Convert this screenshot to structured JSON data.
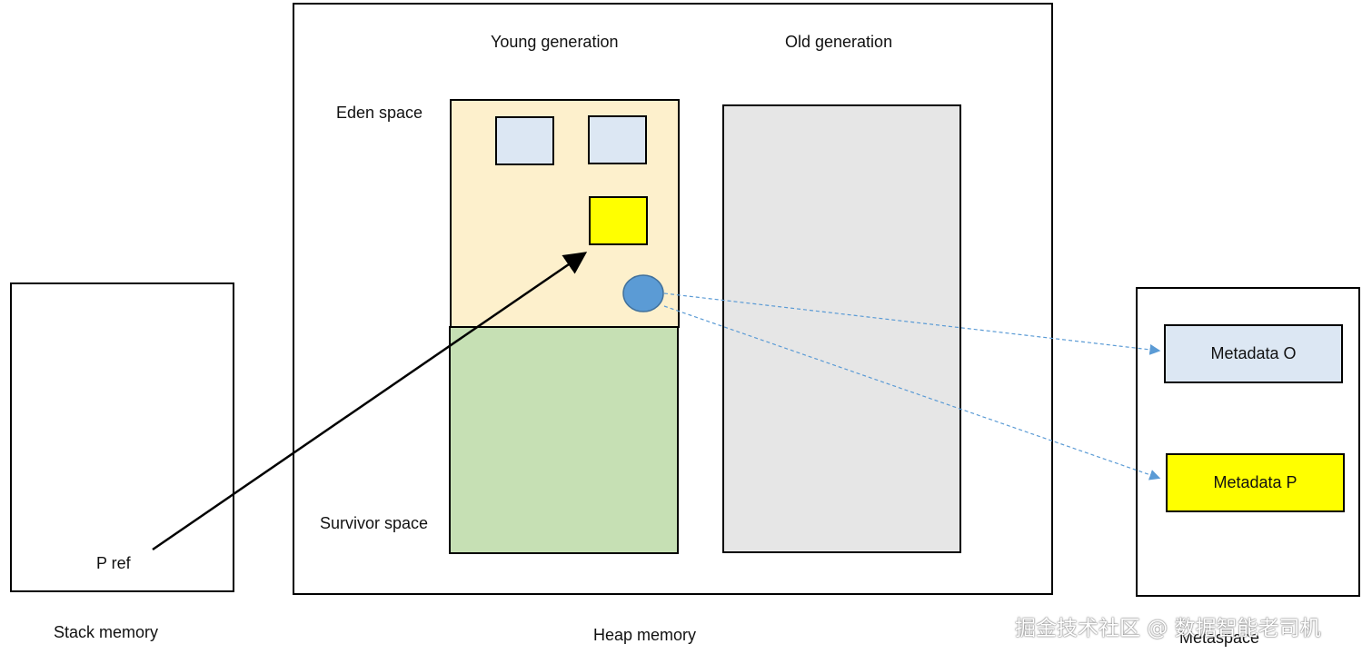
{
  "labels": {
    "stack_memory": "Stack memory",
    "heap_memory": "Heap memory",
    "metaspace": "Metaspace",
    "young_generation": "Young generation",
    "old_generation": "Old generation",
    "eden_space": "Eden space",
    "survivor_space": "Survivor space",
    "p_ref": "P ref",
    "metadata_o": "Metadata O",
    "metadata_p": "Metadata P"
  },
  "watermark": "掘金技术社区 @ 数据智能老司机",
  "colors": {
    "eden": "#fdf0cc",
    "survivor": "#c6e0b4",
    "old": "#e6e6e6",
    "object_blue": "#dce7f3",
    "object_yellow": "#ffff00",
    "circle": "#5b9bd5",
    "dashed_arrow": "#5b9bd5"
  }
}
